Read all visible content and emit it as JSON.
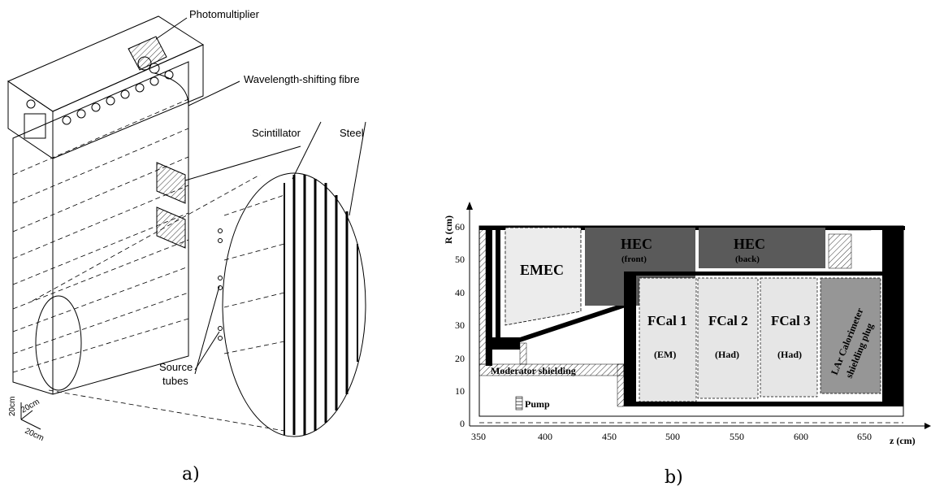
{
  "left_panel": {
    "caption": "a)",
    "labels": {
      "photomultiplier": "Photomultiplier",
      "wls_fibre": "Wavelength-shifting fibre",
      "scintillator": "Scintillator",
      "steel": "Steel",
      "source_tubes_1": "Source",
      "source_tubes_2": "tubes"
    },
    "scale": {
      "dim_v": "20cm",
      "dim_d": "20cm",
      "dim_h": "20cm"
    }
  },
  "right_panel": {
    "caption": "b)",
    "axes": {
      "ylabel": "R (cm)",
      "xlabel": "z (cm)",
      "y_ticks": [
        "0",
        "10",
        "20",
        "30",
        "40",
        "50",
        "60"
      ],
      "x_ticks": [
        "350",
        "400",
        "450",
        "500",
        "550",
        "600",
        "650"
      ]
    },
    "regions": {
      "emec": "EMEC",
      "hec_front_1": "HEC",
      "hec_front_2": "(front)",
      "hec_back_1": "HEC",
      "hec_back_2": "(back)",
      "fcal1_1": "FCal 1",
      "fcal1_2": "(EM)",
      "fcal2_1": "FCal 2",
      "fcal2_2": "(Had)",
      "fcal3_1": "FCal 3",
      "fcal3_2": "(Had)",
      "plug_1": "LAr Calorimeter",
      "plug_2": "shielding plug",
      "moderator": "Moderator shielding",
      "pump": "Pump"
    },
    "colors": {
      "hec": "#5a5a5a",
      "fcal": "#e6e6e6",
      "emec": "#ececec",
      "plug": "#969696",
      "steel": "#000000"
    }
  }
}
